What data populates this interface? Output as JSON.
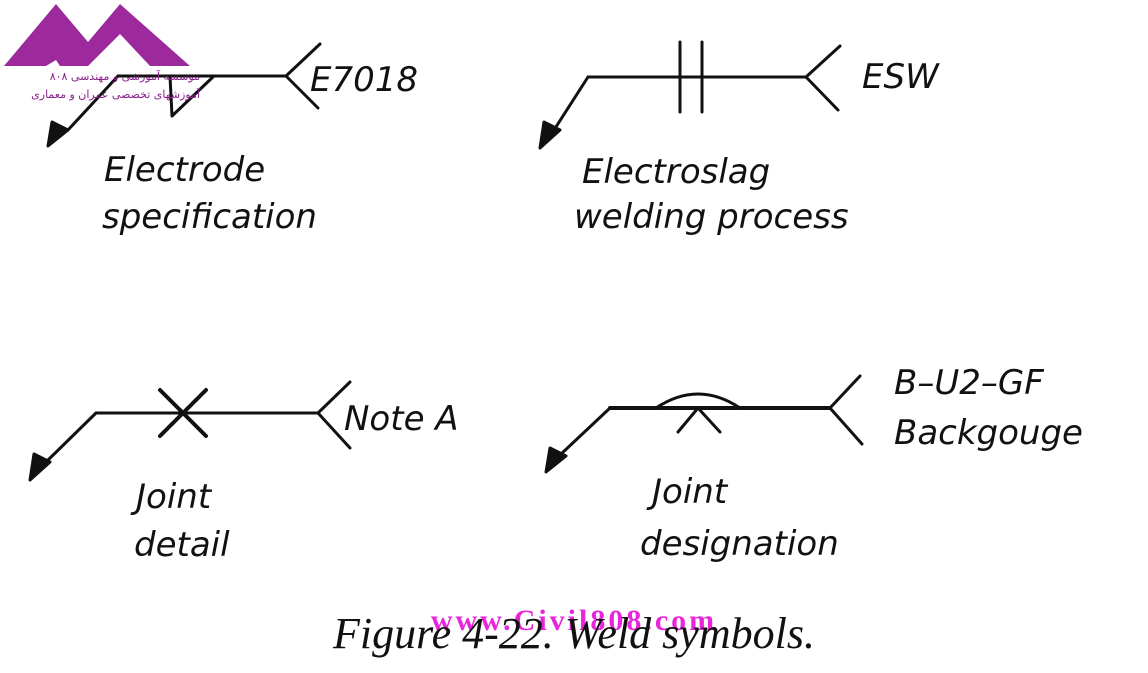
{
  "figure": {
    "caption": "Figure 4-22.  Weld symbols.",
    "watermark_url": "www.Civil808.com",
    "logo_text": {
      "line1": "موسسه آموزشی و مهندسی ۸۰۸",
      "line2": "آموزشهای تخصصی عمران و معماری"
    },
    "colors": {
      "line": "#111111",
      "logo": "#9c2a9c",
      "watermark": "#e400d4"
    }
  },
  "symbols": [
    {
      "id": "electrode",
      "tail_text": "E7018",
      "label_lines": [
        "Electrode",
        "specification"
      ]
    },
    {
      "id": "electroslag",
      "tail_text": "ESW",
      "label_lines": [
        "Electroslag",
        "welding process"
      ]
    },
    {
      "id": "joint-detail",
      "tail_text": "Note A",
      "label_lines": [
        "Joint",
        "detail"
      ]
    },
    {
      "id": "joint-designation",
      "tail_text_lines": [
        "B–U2–GF",
        "Backgouge"
      ],
      "label_lines": [
        "Joint",
        "designation"
      ]
    }
  ]
}
